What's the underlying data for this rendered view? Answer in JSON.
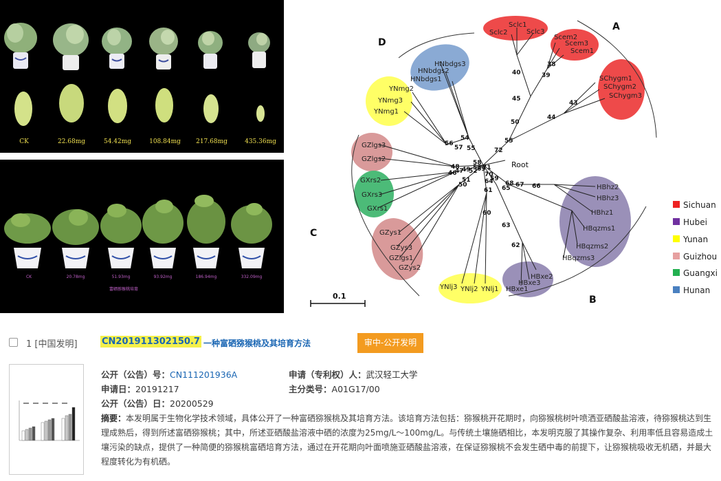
{
  "photos": {
    "top_labels": [
      "CK",
      "22.68mg",
      "54.42mg",
      "108.84mg",
      "217.68mg",
      "435.36mg"
    ],
    "bottom_labels": [
      "CK",
      "20.78mg",
      "51.93mg",
      "93.92mg",
      "186.94mg",
      "332.09mg"
    ],
    "bottom_caption": "富硒猕猴桃培育"
  },
  "tree": {
    "clade_labels": [
      "A",
      "B",
      "C",
      "D"
    ],
    "root_label": "Root",
    "scale_label": "0.1",
    "leaves": {
      "sclc1": "Sclc1",
      "sclc2": "Sclc2",
      "sclc3": "Sclc3",
      "scem2": "Scem2",
      "scem3": "Scem3",
      "scem1": "Scem1",
      "schygm1": "SChygm1",
      "schygm2": "SChygm2",
      "schygm3": "SChygm3",
      "hnbdgs3": "HNbdgs3",
      "hnbdgs2": "HNbdgs2",
      "hnbdgs1": "HNbdgs1",
      "ynmg2": "YNmg2",
      "ynmg3": "YNmg3",
      "ynmg1": "YNmg1",
      "gzlgs3": "GZlgs3",
      "gzlgs2": "GZlgs2",
      "gxrs2": "GXrs2",
      "gxrs3": "GXrs3",
      "gxrs1": "GXrs1",
      "gzys1": "GZys1",
      "gzys3": "GZys3",
      "gzlgs1": "GZlgs1",
      "gzys2": "GZys2",
      "ynlj3": "YNlj3",
      "ynlj2": "YNlj2",
      "ynlj1": "YNlj1",
      "hbxe2": "HBxe2",
      "hbxe3": "HBxe3",
      "hbxe1": "HBxe1",
      "hbhz2": "HBhz2",
      "hbhz3": "HBhz3",
      "hbhz1": "HBhz1",
      "hbqzms1": "HBqzms1",
      "hbqzms2": "HBqzms2",
      "hbqzms3": "HBqzms3"
    },
    "node_labels": {
      "n40": "40",
      "n45": "45",
      "n38": "38",
      "n39": "39",
      "n50": "50",
      "n43": "43",
      "n44": "44",
      "n55a": "55",
      "n72": "72",
      "n54": "54",
      "n56": "56",
      "n57": "57",
      "n55b": "55",
      "n58": "58",
      "n53": "53",
      "n48": "48",
      "n46": "46",
      "n47": "47",
      "n49": "49",
      "n52": "52",
      "n69": "69",
      "n71": "71",
      "n70": "70",
      "n59": "59",
      "n64": "64",
      "n51": "51",
      "n50b": "50",
      "n61": "61",
      "n68": "68",
      "n67": "67",
      "n66": "66",
      "n65": "65",
      "n60": "60",
      "n63": "63",
      "n62": "62"
    },
    "legend": [
      {
        "name": "Sichuan",
        "color": "#ee2222"
      },
      {
        "name": "Hubei",
        "color": "#7030a0"
      },
      {
        "name": "Yunan",
        "color": "#ffff00"
      },
      {
        "name": "Guizhou",
        "color": "#e6a0a0"
      },
      {
        "name": "Guangxi",
        "color": "#22b050"
      },
      {
        "name": "Hunan",
        "color": "#4a80c0"
      }
    ]
  },
  "result": {
    "rank_label": "1 [中国发明]",
    "pub_number": "CN201911302150.7",
    "title": "一种富硒猕猴桃及其培育方法",
    "status": "审中-公开发明",
    "pub_no_label": "公开（公告）号：",
    "pub_no_value": "CN111201936A",
    "applicant_label": "申请（专利权）人：",
    "applicant_value": "武汉轻工大学",
    "apply_date_label": "申请日：",
    "apply_date_value": "20191217",
    "main_class_label": "主分类号：",
    "main_class_value": "A01G17/00",
    "pub_date_label": "公开（公告）日：",
    "pub_date_value": "20200529",
    "abstract_label": "摘要：",
    "abstract_text": "本发明属于生物化学技术领域，具体公开了一种富硒猕猴桃及其培育方法。该培育方法包括：猕猴桃开花期时，向猕猴桃树叶喷洒亚硒酸盐溶液，待猕猴桃达到生理成熟后，得到所述富硒猕猴桃；其中，所述亚硒酸盐溶液中硒的浓度为25mg/L～100mg/L。与传统土壤施硒相比，本发明克服了其操作复杂、利用率低且容易造成土壤污染的缺点，提供了一种简便的猕猴桃富硒培育方法，通过在开花期向叶面喷施亚硒酸盐溶液，在保证猕猴桃不会发生硒中毒的前提下，让猕猴桃吸收无机硒，并最大程度转化为有机硒。"
  }
}
